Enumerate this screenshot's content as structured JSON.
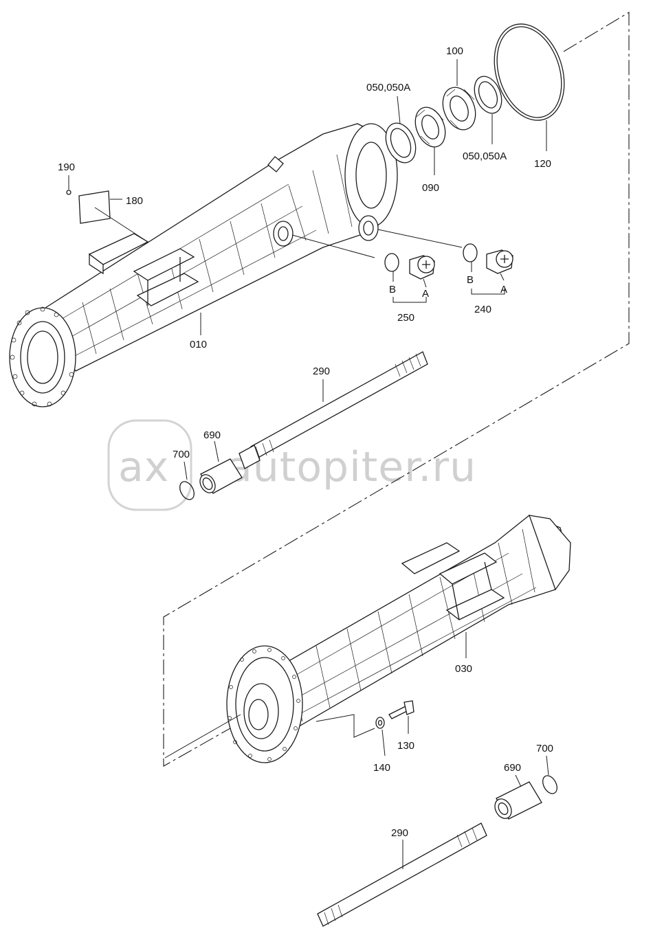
{
  "watermark": {
    "text": "autopiter.ru",
    "logo": "ax"
  },
  "labels": {
    "p190": "190",
    "p180": "180",
    "p010": "010",
    "p050a_top": "050,050A",
    "p100": "100",
    "p120": "120",
    "p050a_right": "050,050A",
    "p090": "090",
    "p250": "250",
    "p240": "240",
    "p250_B": "B",
    "p250_A": "A",
    "p240_B": "B",
    "p240_A": "A",
    "p290_top": "290",
    "p690_top": "690",
    "p700_top": "700",
    "p030": "030",
    "p130": "130",
    "p140": "140",
    "p690_bottom": "690",
    "p700_bottom": "700",
    "p290_bottom": "290"
  }
}
